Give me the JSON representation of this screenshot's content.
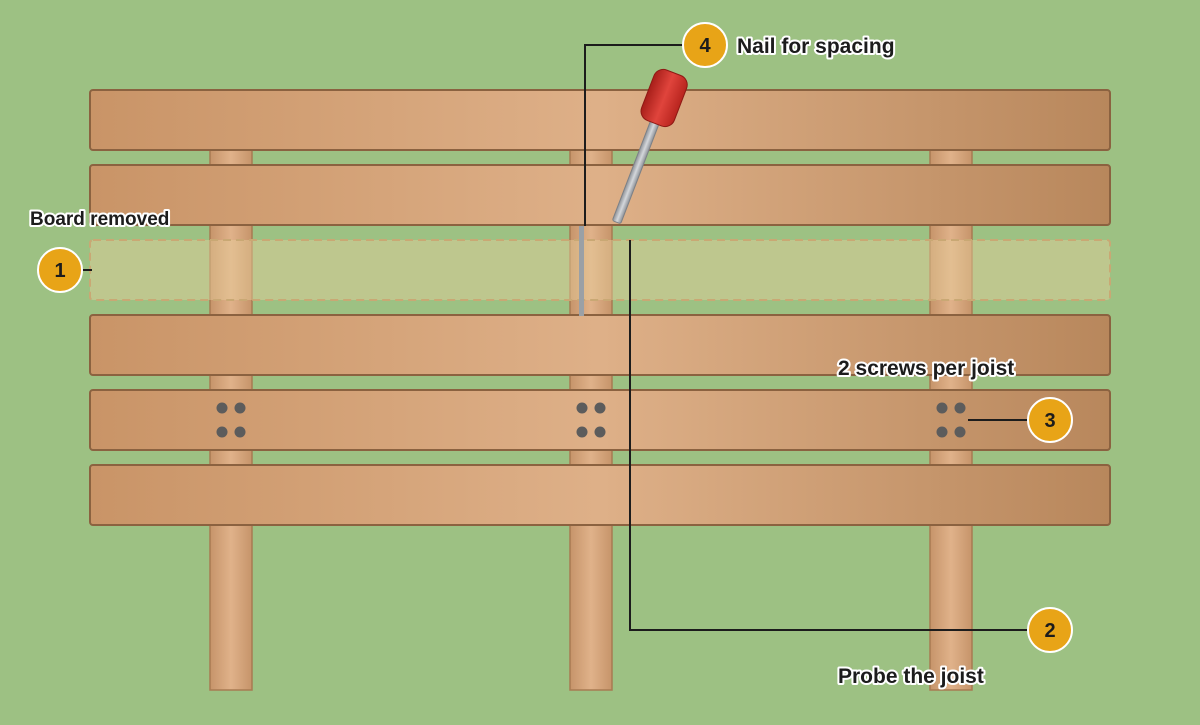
{
  "diagram": {
    "labels": {
      "board_removed": "Board removed",
      "probe": "Probe the joist",
      "screws": "2 screws per joist",
      "nail": "Nail for spacing"
    },
    "callouts": {
      "c1": "1",
      "c2": "2",
      "c3": "3",
      "c4": "4"
    },
    "colors": {
      "background": "#9dc183",
      "board": "#d7a67a",
      "board_edge": "#8b6240",
      "joist": "#d9a980",
      "callout": "#e8a417",
      "screw": "#5c5c5c",
      "tool_handle": "#cc2a24",
      "tool_shaft": "#a9adb3"
    }
  }
}
